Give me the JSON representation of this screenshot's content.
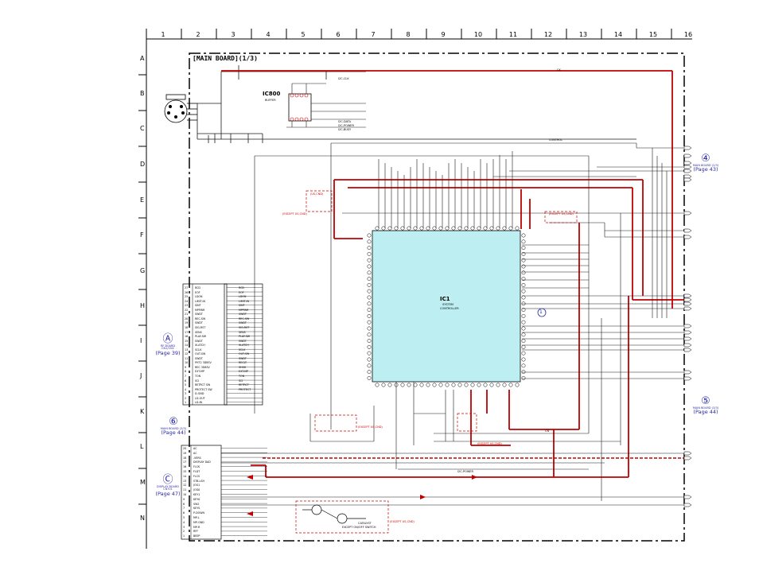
{
  "board_title": "[MAIN BOARD](1/3)",
  "grid": {
    "columns": [
      "1",
      "2",
      "3",
      "4",
      "5",
      "6",
      "7",
      "8",
      "9",
      "10",
      "11",
      "12",
      "13",
      "14",
      "15",
      "16"
    ],
    "rows": [
      "A",
      "B",
      "C",
      "D",
      "E",
      "F",
      "G",
      "H",
      "I",
      "J",
      "K",
      "L",
      "M",
      "N"
    ]
  },
  "ic1": {
    "name": "IC1",
    "desc1": "SYSTEM",
    "desc2": "CONTROLLER",
    "marker": "1"
  },
  "ic800": {
    "name": "IC800",
    "desc1": "BUFFER"
  },
  "connector_a": {
    "left_pins": [
      "27",
      "26",
      "25",
      "24",
      "23",
      "22",
      "21",
      "20",
      "19",
      "18",
      "17",
      "16",
      "15",
      "14",
      "13",
      "12",
      "11",
      "10",
      "9",
      "8",
      "7",
      "6",
      "5",
      "4",
      "3",
      "2",
      "1"
    ],
    "left_names": [
      "RCD",
      "EOF",
      "LDON",
      "LIMIT-IN",
      "SINT",
      "MPPWR",
      "SWDT",
      "REC-SW",
      "SWDT",
      "SIG-RST",
      "SENS",
      "PLAY-SW",
      "SWDT",
      "XLATCH",
      "SCLK",
      "OUT-SW",
      "SWDT",
      "PHT2 3D8SV",
      "REC 3D8SV",
      "EXT-MP",
      "TON",
      "SCI",
      "RETRCT SW",
      "PROTECT SW",
      "D-GND",
      "LD-OUT",
      "LD-IN"
    ],
    "right_names": [
      "RCD",
      "EOF",
      "LDON",
      "LIMIT-IN",
      "SINT",
      "MPPWR",
      "SWDT",
      "REC-SW",
      "SWDT",
      "SIG-RST",
      "SENS",
      "PLAY-SW",
      "SWDT",
      "XLATCH",
      "SCLK",
      "OUT-SW",
      "SWDT",
      "RECLT",
      "SHOK",
      "EXT-MP",
      "TON",
      "SCI",
      "RETRCT",
      "PROTECT",
      "",
      "",
      ""
    ]
  },
  "connector_c": {
    "left_pins": [
      "20",
      "19",
      "18",
      "17",
      "16",
      "15",
      "14",
      "13",
      "12",
      "11",
      "10",
      "9",
      "8",
      "7",
      "6",
      "5",
      "4",
      "3",
      "2",
      "1"
    ],
    "left_names": [
      "AC",
      "AC",
      "-VERS",
      "DISPLAY DAD",
      "FLCK",
      "FLDT",
      "FLCS",
      "STB-LSH",
      "JOG1",
      "JOG0",
      "KEY1",
      "KEY0",
      "SW2",
      "KEYS",
      "P-DOWN",
      "MP-L",
      "MP-GND",
      "MP-R",
      "RFF",
      "BEEP"
    ]
  },
  "refs": {
    "a": {
      "circle": "Ⓐ",
      "line1": "RF BOARD",
      "line2": "CN1/CN2",
      "page": "(Page 39)"
    },
    "b": {
      "circle": "⑥",
      "line1": "MAIN BOARD (3/3)",
      "page": "(Page 44)"
    },
    "c": {
      "circle": "Ⓒ",
      "line1": "DISPLAY BOARD",
      "line2": "CN701",
      "page": "(Page 47)"
    },
    "d": {
      "circle": "④",
      "line1": "MAIN BOARD (2/3)",
      "page": "(Page 43)"
    },
    "e": {
      "circle": "⑤",
      "line1": "MAIN BOARD (3/3)",
      "page": "(Page 44)"
    }
  },
  "nets": {
    "i2c_clk": "I2C-CLK",
    "i2c_data": "I2C-DATA",
    "i2c_power": "I2C-POWER",
    "i2c_busy": "I2C-BUSY",
    "control": "CONTROL",
    "ck": "CK",
    "cn": "CN",
    "except_usa": "(EXCEPT US,CND)",
    "us_cnd": "(US,CND)",
    "catalyst": "CATALYST",
    "except_switch": "EXCEPT ON/OFF SWITCH"
  },
  "colors": {
    "wire": "#1a1a1a",
    "power_wire": "#c00000",
    "ic_fill": "#bdeff2",
    "ref_blue": "#2a2aa8",
    "note_red": "#cc0000"
  }
}
